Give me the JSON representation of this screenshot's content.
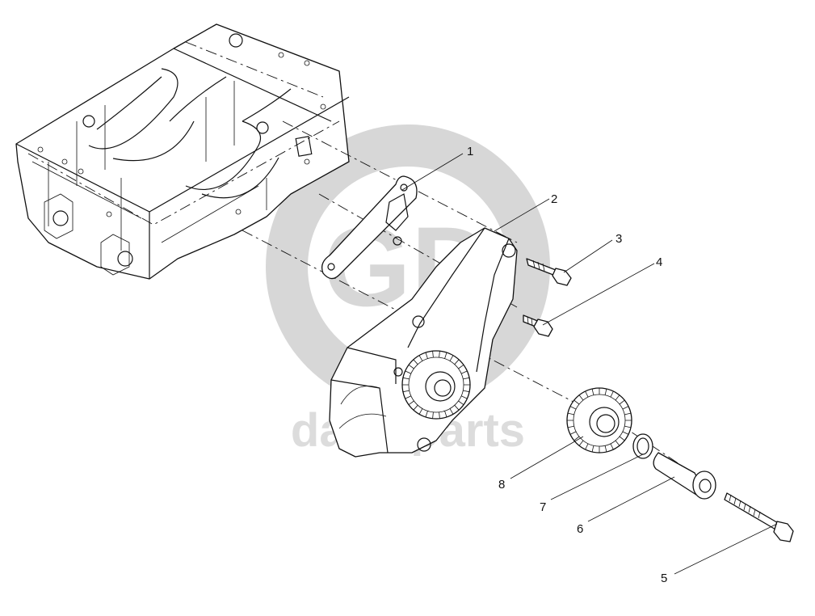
{
  "watermark": {
    "logo": "GD",
    "text": "dasa parts"
  },
  "callouts": [
    {
      "id": "c1",
      "label": "1"
    },
    {
      "id": "c2",
      "label": "2"
    },
    {
      "id": "c3",
      "label": "3"
    },
    {
      "id": "c4",
      "label": "4"
    },
    {
      "id": "c5",
      "label": "5"
    },
    {
      "id": "c6",
      "label": "6"
    },
    {
      "id": "c7",
      "label": "7"
    },
    {
      "id": "c8",
      "label": "8"
    }
  ]
}
